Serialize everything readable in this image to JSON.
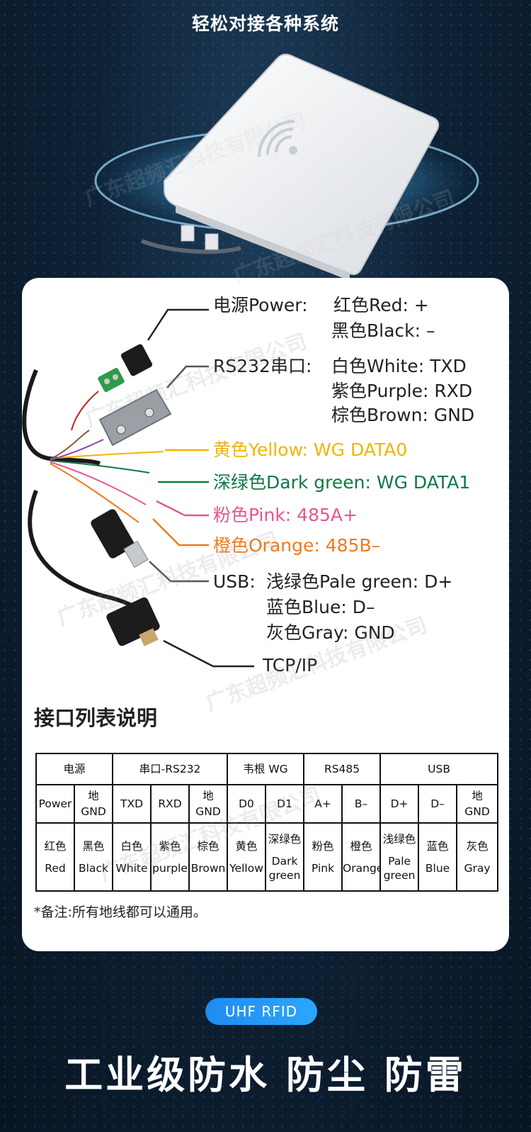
{
  "top_title": "轻松对接各种系统",
  "watermark": "广东超频汇科技有限公司",
  "wiring": {
    "power_label": "电源Power:",
    "power_red": "红色Red: +",
    "power_black": "黑色Black: –",
    "rs232_label": "RS232串口:",
    "rs232_white": "白色White:   TXD",
    "rs232_purple": "紫色Purple: RXD",
    "rs232_brown": "棕色Brown: GND",
    "yellow": "黄色Yellow:  WG DATA0",
    "dark_green": "深绿色Dark green: WG DATA1",
    "pink": "粉色Pink:  485A+",
    "orange": "橙色Orange: 485B–",
    "usb_label": "USB:",
    "usb_pale_green": "浅绿色Pale green: D+",
    "usb_blue": "蓝色Blue: D–",
    "usb_gray": "灰色Gray: GND",
    "tcpip": "TCP/IP",
    "colors": {
      "yellow": "#f2b400",
      "dark_green": "#0c7a45",
      "pink": "#e8558f",
      "orange": "#f07a1c"
    }
  },
  "interface": {
    "section_title": "接口列表说明",
    "groups": [
      "电源",
      "串口-RS232",
      "韦根 WG",
      "RS485",
      "USB"
    ],
    "signals": [
      "Power",
      "地\nGND",
      "TXD",
      "RXD",
      "地\nGND",
      "D0",
      "D1",
      "A+",
      "B–",
      "D+",
      "D–",
      "地\nGND"
    ],
    "wire_colors": [
      {
        "cn": "红色",
        "en": "Red"
      },
      {
        "cn": "黑色",
        "en": "Black"
      },
      {
        "cn": "白色",
        "en": "White"
      },
      {
        "cn": "紫色",
        "en": "purple"
      },
      {
        "cn": "棕色",
        "en": "Brown"
      },
      {
        "cn": "黄色",
        "en": "Yellow"
      },
      {
        "cn": "深绿色",
        "en": "Dark\ngreen"
      },
      {
        "cn": "粉色",
        "en": "Pink"
      },
      {
        "cn": "橙色",
        "en": "Orange"
      },
      {
        "cn": "浅绿色",
        "en": "Pale\ngreen"
      },
      {
        "cn": "蓝色",
        "en": "Blue"
      },
      {
        "cn": "灰色",
        "en": "Gray"
      }
    ],
    "note": "*备注:所有地线都可以通用。"
  },
  "badge": "UHF RFID",
  "bottom_title": "工业级防水  防尘  防雷"
}
